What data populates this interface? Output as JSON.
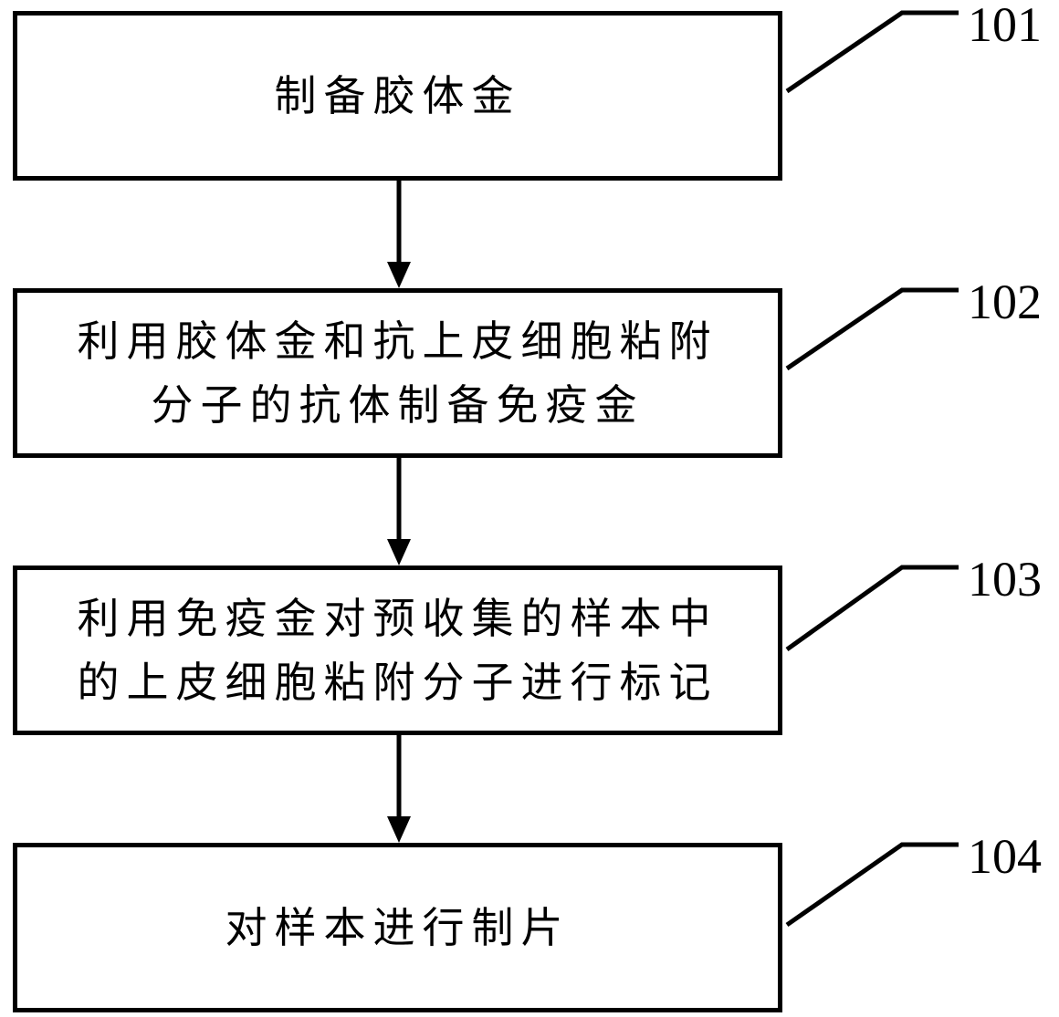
{
  "steps": [
    {
      "id": "101",
      "text": "制备胶体金"
    },
    {
      "id": "102",
      "text": "利用胶体金和抗上皮细胞粘附\n分子的抗体制备免疫金"
    },
    {
      "id": "103",
      "text": "利用免疫金对预收集的样本中\n的上皮细胞粘附分子进行标记"
    },
    {
      "id": "104",
      "text": "对样本进行制片"
    }
  ]
}
